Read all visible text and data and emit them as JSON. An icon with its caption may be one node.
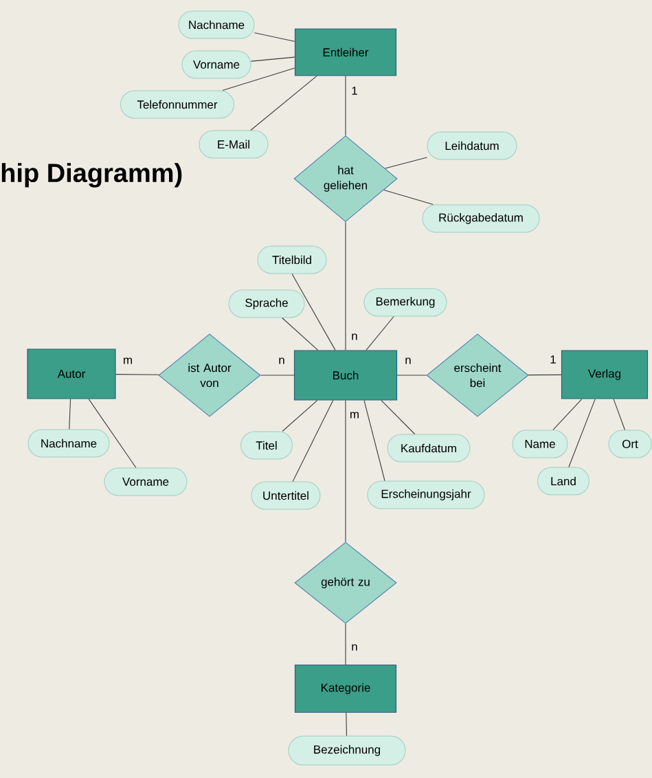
{
  "diagram": {
    "nodes": [
      {
        "text": [
          "Entleiher"
        ]
      },
      {
        "text": [
          "Nachname"
        ]
      },
      {
        "text": [
          "Vorname"
        ]
      },
      {
        "text": [
          "Telefonnummer"
        ]
      },
      {
        "text": [
          "E-Mail"
        ]
      },
      {
        "text": [
          "hat geliehen"
        ]
      },
      {
        "text": [
          "Leihdatum"
        ]
      },
      {
        "text": [
          "Rückgabedatum"
        ]
      },
      {
        "text": [
          "Titelbild"
        ]
      },
      {
        "text": [
          "Sprache"
        ]
      },
      {
        "text": [
          "Bemerkung"
        ]
      },
      {
        "text": [
          "Autor"
        ]
      },
      {
        "text": [
          "ist Autor von"
        ]
      },
      {
        "text": [
          "Buch"
        ]
      },
      {
        "text": [
          "erscheint bei"
        ]
      },
      {
        "text": [
          "Verlag"
        ]
      },
      {
        "text": [
          "Nachname"
        ]
      },
      {
        "text": [
          "Vorname"
        ]
      },
      {
        "text": [
          "Titel"
        ]
      },
      {
        "text": [
          "Untertitel"
        ]
      },
      {
        "text": [
          "Kaufdatum"
        ]
      },
      {
        "text": [
          "Erscheinungsjahr"
        ]
      },
      {
        "text": [
          "Name"
        ]
      },
      {
        "text": [
          "Ort"
        ]
      },
      {
        "text": [
          "Land"
        ]
      },
      {
        "text": [
          "gehört zu"
        ]
      },
      {
        "text": [
          "Kategorie"
        ]
      },
      {
        "text": [
          "Bezeichnung"
        ]
      }
    ],
    "edges": [
      {
        "from": 0,
        "to": 1,
        "arrow": "none"
      },
      {
        "from": 0,
        "to": 2,
        "arrow": "none"
      },
      {
        "from": 0,
        "to": 3,
        "arrow": "none"
      },
      {
        "from": 0,
        "to": 4,
        "arrow": "none"
      },
      {
        "from": 0,
        "to": 5,
        "arrow": "none",
        "label": "1"
      },
      {
        "from": 5,
        "to": 6,
        "arrow": "none"
      },
      {
        "from": 5,
        "to": 7,
        "arrow": "none"
      },
      {
        "from": 5,
        "to": 13,
        "arrow": "none",
        "label": "n"
      },
      {
        "from": 13,
        "to": 8,
        "arrow": "none"
      },
      {
        "from": 13,
        "to": 9,
        "arrow": "none"
      },
      {
        "from": 13,
        "to": 10,
        "arrow": "none"
      },
      {
        "from": 11,
        "to": 12,
        "arrow": "none",
        "label": "m"
      },
      {
        "from": 12,
        "to": 13,
        "arrow": "none",
        "label": "n"
      },
      {
        "from": 13,
        "to": 14,
        "arrow": "none",
        "label": "n"
      },
      {
        "from": 14,
        "to": 15,
        "arrow": "none",
        "label": "1"
      },
      {
        "from": 11,
        "to": 16,
        "arrow": "none"
      },
      {
        "from": 11,
        "to": 17,
        "arrow": "none"
      },
      {
        "from": 13,
        "to": 18,
        "arrow": "none"
      },
      {
        "from": 13,
        "to": 19,
        "arrow": "none"
      },
      {
        "from": 13,
        "to": 20,
        "arrow": "none"
      },
      {
        "from": 13,
        "to": 21,
        "arrow": "none"
      },
      {
        "from": 15,
        "to": 22,
        "arrow": "none"
      },
      {
        "from": 15,
        "to": 23,
        "arrow": "none"
      },
      {
        "from": 15,
        "to": 24,
        "arrow": "none"
      },
      {
        "from": 13,
        "to": 25,
        "arrow": "none",
        "label": "m"
      },
      {
        "from": 25,
        "to": 26,
        "arrow": "none",
        "label": "n"
      },
      {
        "from": 26,
        "to": 27,
        "arrow": "none"
      }
    ],
    "labels": [
      "hip Diagramm)"
    ]
  }
}
